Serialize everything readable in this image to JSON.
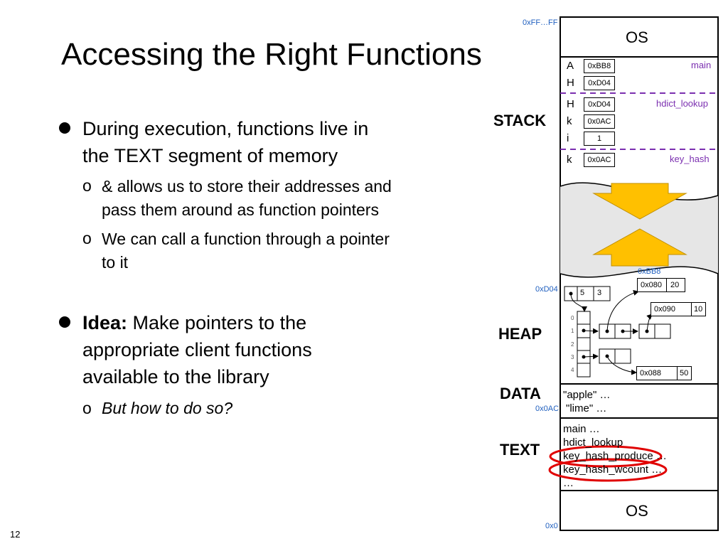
{
  "slide": {
    "title": "Accessing the Right Functions",
    "page_number": "12"
  },
  "bullets": [
    {
      "lines": [
        "During execution, functions live in",
        "the TEXT segment of memory"
      ],
      "subs": [
        {
          "lines": [
            "& allows us to store their addresses and",
            "pass them around as function pointers"
          ]
        },
        {
          "lines": [
            "We can call a function through a pointer",
            "to it"
          ]
        }
      ]
    },
    {
      "bold": "Idea:",
      "rest": " Make pointers to the",
      "lines_after": [
        "appropriate client functions",
        "available to the library"
      ],
      "subs": [
        {
          "italic": "But how to do so?"
        }
      ]
    }
  ],
  "memory": {
    "segments": {
      "stack": "STACK",
      "heap": "HEAP",
      "data": "DATA",
      "text": "TEXT"
    },
    "os_top": "OS",
    "os_bottom": "OS",
    "addresses": {
      "top": "0xFF…FF",
      "bottom": "0x0",
      "heap_d04": "0xD04",
      "heap_bb8": "0xBB8",
      "data_0ac": "0x0AC"
    },
    "stack_frames": [
      {
        "name": "main",
        "slots": [
          {
            "var": "A",
            "val": "0xBB8"
          },
          {
            "var": "H",
            "val": "0xD04"
          }
        ]
      },
      {
        "name": "hdict_lookup",
        "slots": [
          {
            "var": "H",
            "val": "0xD04"
          },
          {
            "var": "k",
            "val": "0x0AC"
          },
          {
            "var": "i",
            "val": "1"
          }
        ]
      },
      {
        "name": "key_hash",
        "slots": [
          {
            "var": "k",
            "val": "0x0AC"
          }
        ]
      }
    ],
    "heap": {
      "header": {
        "size": "5",
        "cap": "3"
      },
      "indices": [
        "0",
        "1",
        "2",
        "3",
        "4"
      ],
      "nodes": [
        {
          "addr": "0x080",
          "val": "20"
        },
        {
          "addr": "0x090",
          "val": "10"
        },
        {
          "addr": "0x088",
          "val": "50"
        }
      ]
    },
    "data_lines": [
      "\"apple\" …",
      "\"lime\" …"
    ],
    "text_lines": [
      "main …",
      "hdict_lookup",
      "key_hash_produce …",
      "key_hash_wcount …",
      "…"
    ],
    "colors": {
      "frame_line": "#7b2fb0",
      "arrow_fill": "#ffc000",
      "highlight": "#e00000",
      "address": "#1f5fbf"
    }
  }
}
